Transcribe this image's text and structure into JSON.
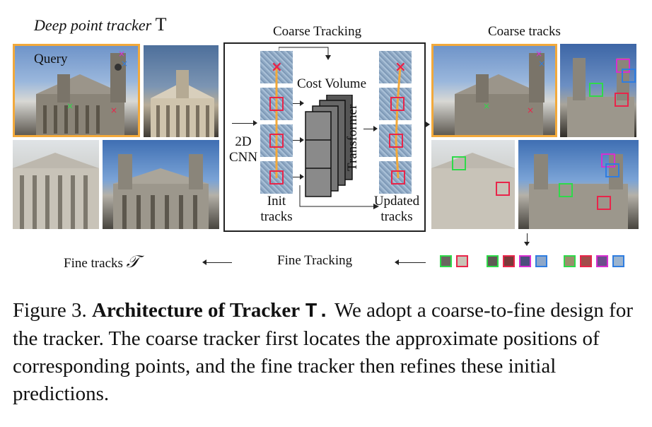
{
  "figure": {
    "deep_point_tracker_title": "Deep point tracker",
    "tracker_symbol": "T",
    "query_label": "Query",
    "coarse_tracking_label": "Coarse Tracking",
    "coarse_tracks_label": "Coarse tracks",
    "cnn_label_1": "2D",
    "cnn_label_2": "CNN",
    "cost_volume_label": "Cost Volume",
    "transformer_label": "Transformer",
    "init_label_1": "Init",
    "init_label_2": "tracks",
    "updated_label_1": "Updated",
    "updated_label_2": "tracks",
    "fine_tracking_label": "Fine Tracking",
    "fine_tracks_label": "Fine tracks",
    "fine_tracks_symbol": "𝒯",
    "colors": {
      "query_frame": "#f2a93b",
      "track_red": "#e8254a",
      "track_green": "#2fd94a",
      "track_magenta": "#d62fd0",
      "track_blue": "#2f7de0",
      "track_line": "#f2a93b"
    }
  },
  "caption": {
    "prefix": "Figure 3.",
    "bold_title": "Architecture of Tracker",
    "bold_symbol": "T.",
    "body": "We adopt a coarse-to-fine design for the tracker. The coarse tracker first locates the approximate positions of corresponding points, and the fine tracker then refines these initial predictions."
  }
}
